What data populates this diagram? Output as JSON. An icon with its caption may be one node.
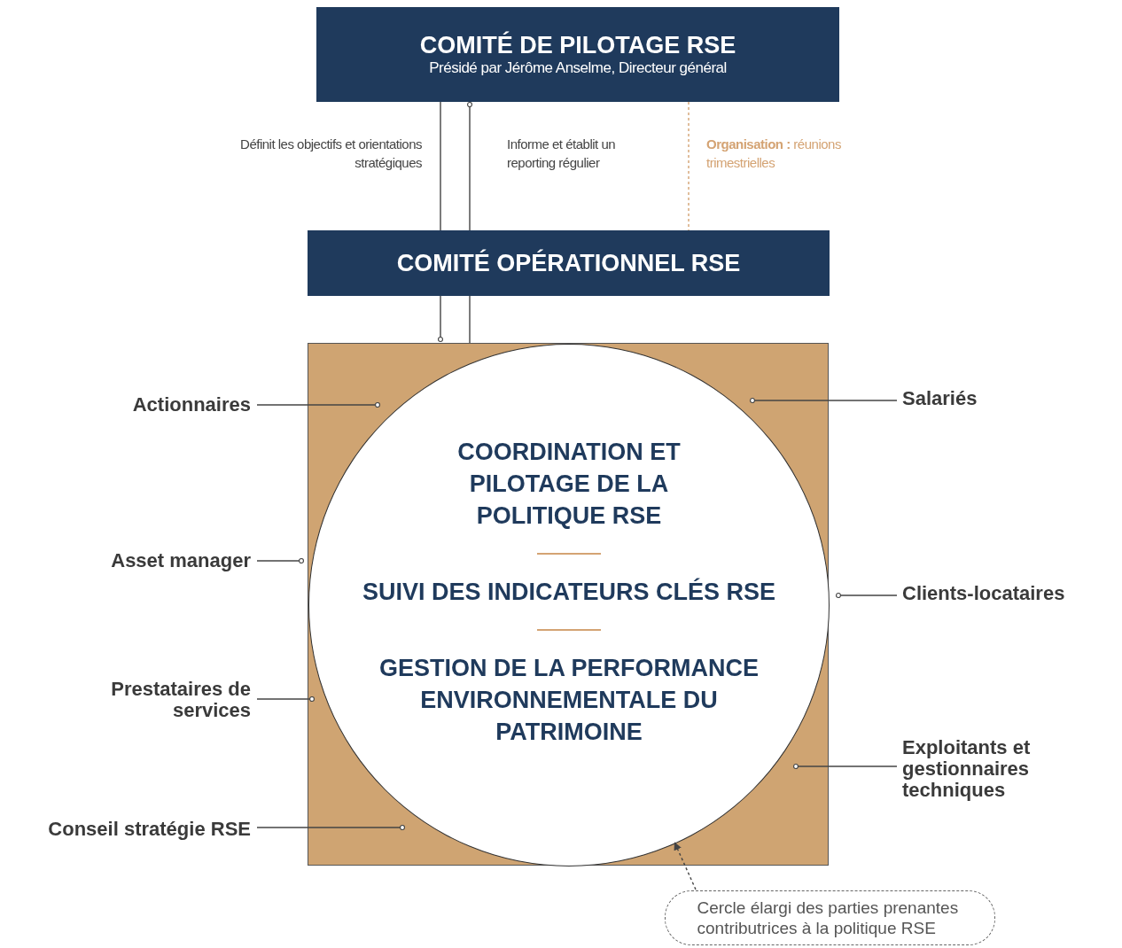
{
  "diagram": {
    "nodes": [
      {
        "text": [
          "COMITÉ DE PILOTAGE RSE",
          "Présidé par Jérôme Anselme, Directeur général"
        ]
      },
      {
        "text": [
          "COMITÉ OPÉRATIONNEL RSE"
        ]
      },
      {
        "text": [],
        "shape": "box"
      },
      {
        "text": [
          "COORDINATION ET PILOTAGE DE LA POLITIQUE RSE",
          "SUIVI DES INDICATEURS CLÉS RSE",
          "GESTION DE LA PERFORMANCE ENVIRONNEMENTALE DU PATRIMOINE"
        ],
        "in": 2
      },
      {
        "text": [
          "Actionnaires"
        ]
      },
      {
        "text": [
          "Salariés"
        ]
      },
      {
        "text": [
          "Asset manager"
        ]
      },
      {
        "text": [
          "Clients-locataires"
        ]
      },
      {
        "text": [
          "Prestataires de services"
        ]
      },
      {
        "text": [
          "Exploitants et gestionnaires techniques"
        ]
      },
      {
        "text": [
          "Conseil stratégie RSE"
        ]
      },
      {
        "text": [
          "Cercle élargi des parties prenantes contributrices à la politique RSE"
        ]
      }
    ],
    "edges": [
      {
        "from": 0,
        "to": 1,
        "arrow": "none",
        "label": "Définit les objectifs et orientations stratégiques"
      },
      {
        "from": 1,
        "to": 0,
        "arrow": "other",
        "label": "Informe et établit un reporting régulier"
      },
      {
        "from": 0,
        "to": 1,
        "arrow": "none",
        "style": "dashed",
        "color": "#d4a373",
        "label": "**Organisation :** réunions trimestrielles"
      },
      {
        "from": 1,
        "to": 2,
        "arrow": "other"
      },
      {
        "from": 1,
        "to": 2,
        "arrow": "none"
      },
      {
        "from": 4,
        "to": 2,
        "arrow": "other"
      },
      {
        "from": 5,
        "to": 2,
        "arrow": "other"
      },
      {
        "from": 6,
        "to": 2,
        "arrow": "other"
      },
      {
        "from": 7,
        "to": 2,
        "arrow": "other"
      },
      {
        "from": 8,
        "to": 2,
        "arrow": "other"
      },
      {
        "from": 9,
        "to": 2,
        "arrow": "other"
      },
      {
        "from": 10,
        "to": 2,
        "arrow": "other"
      },
      {
        "from": 11,
        "to": 3,
        "arrow": "to",
        "style": "dashed"
      }
    ]
  }
}
